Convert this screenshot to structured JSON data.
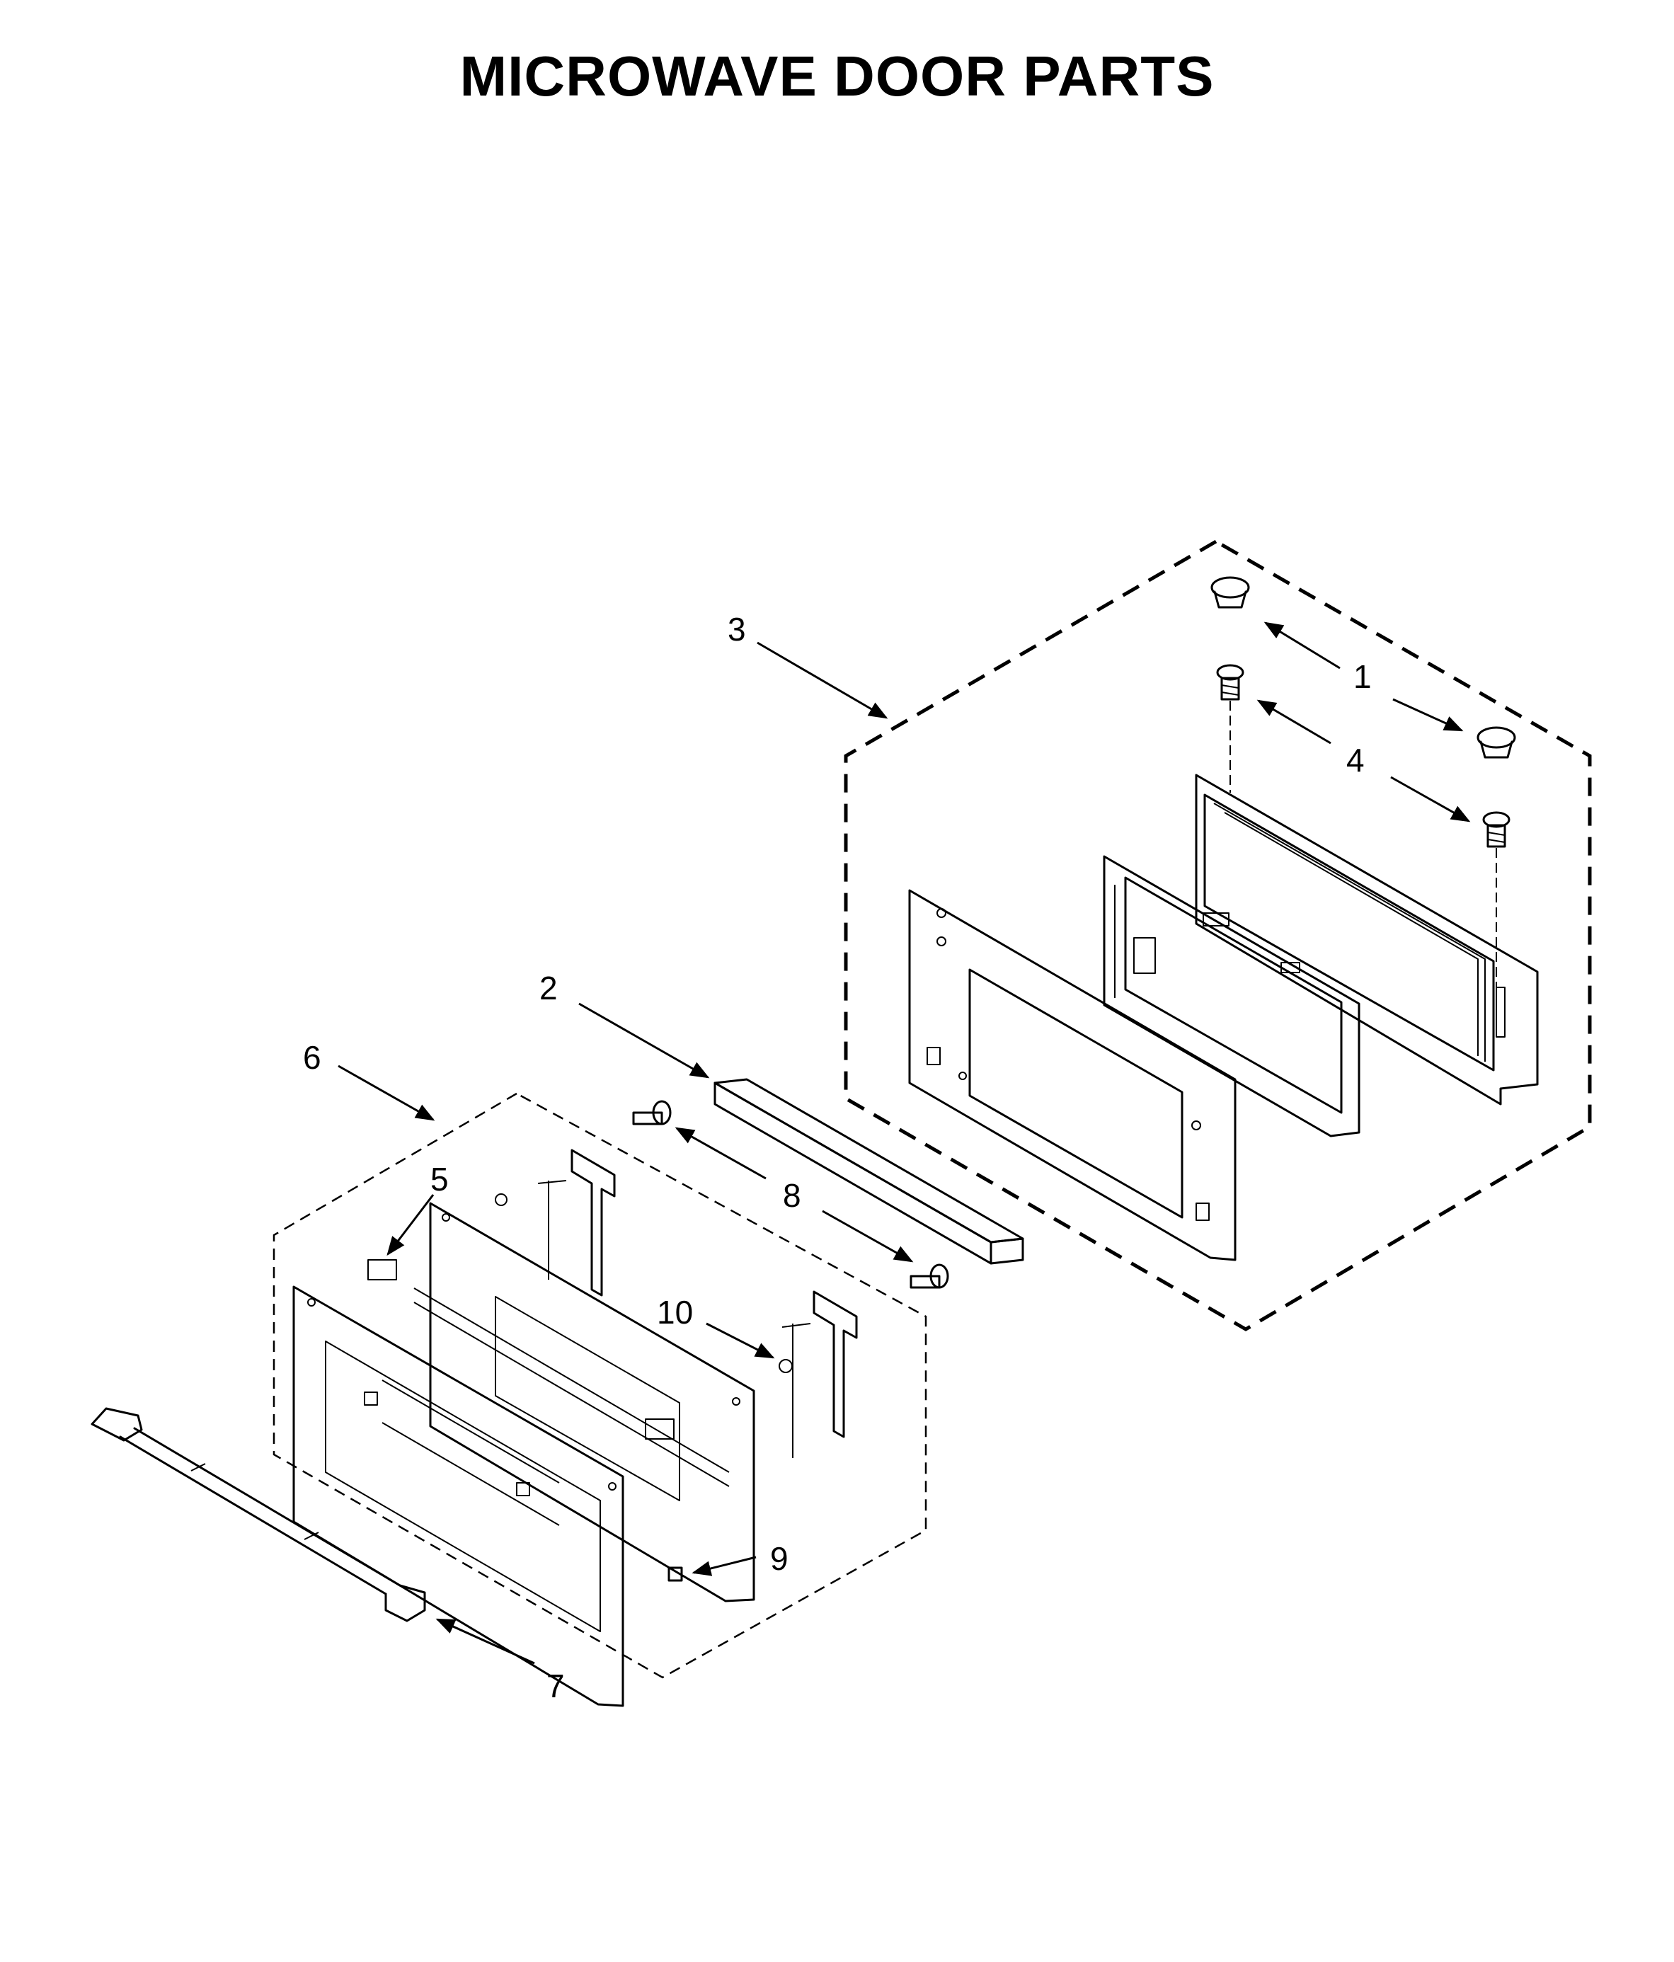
{
  "title": "MICROWAVE DOOR PARTS",
  "callouts": {
    "c1": "1",
    "c2": "2",
    "c3": "3",
    "c4": "4",
    "c5": "5",
    "c6": "6",
    "c7": "7",
    "c8": "8",
    "c9": "9",
    "c10": "10"
  }
}
